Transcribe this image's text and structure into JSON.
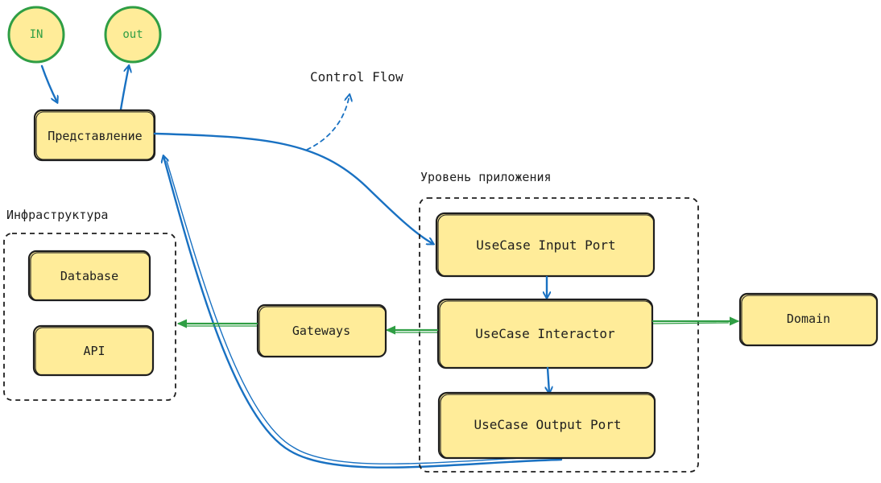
{
  "nodes": {
    "in": "IN",
    "out": "out",
    "presentation": "Представление",
    "control_flow": "Control Flow",
    "app_layer_title": "Уровень приложения",
    "infra_title": "Инфраструктура",
    "input_port": "UseCase Input Port",
    "interactor": "UseCase Interactor",
    "output_port": "UseCase Output Port",
    "domain": "Domain",
    "gateways": "Gateways",
    "database": "Database",
    "api": "API"
  },
  "colors": {
    "box_fill": "#ffec99",
    "stroke": "#1e1e1e",
    "flow_blue": "#1971c2",
    "dependency_green": "#2f9e44"
  }
}
